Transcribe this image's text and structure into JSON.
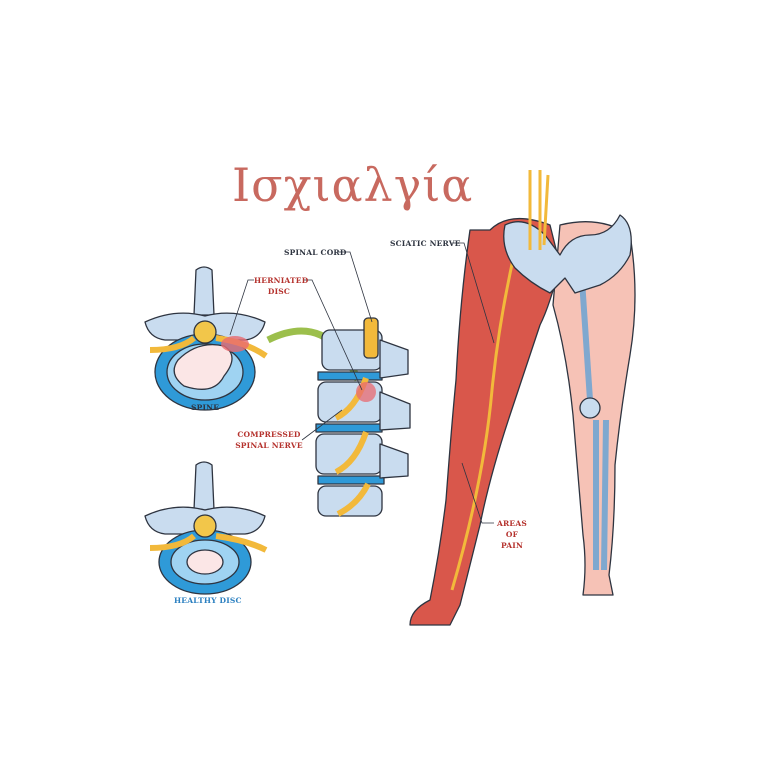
{
  "title": "Ισχιαλγία",
  "labels": {
    "spinal_cord": "SPINAL CORD",
    "herniated_disc_1": "HERNIATED",
    "herniated_disc_2": "DISC",
    "spine": "SPINE",
    "compressed_1": "COMPRESSED",
    "compressed_2": "SPINAL NERVE",
    "sciatic_nerve": "SCIATIC NERVE",
    "areas_of_pain_1": "AREAS OF",
    "areas_of_pain_2": "PAIN",
    "healthy_disc": "HEALTHY DISC"
  },
  "colors": {
    "title": "#c8695f",
    "pain_red": "#d9574b",
    "skin": "#f6c2b6",
    "bone": "#c9dcef",
    "disc_blue": "#2f9ad8",
    "nerve": "#f2b93b",
    "arrow_green": "#9cbf4c"
  }
}
